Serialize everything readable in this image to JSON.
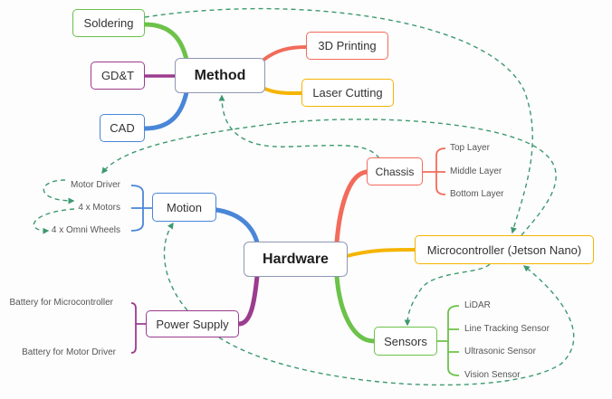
{
  "map": {
    "method": {
      "label": "Method",
      "branches": [
        {
          "label": "Soldering",
          "color": "#6cc24a"
        },
        {
          "label": "GD&T",
          "color": "#9b3c8e"
        },
        {
          "label": "CAD",
          "color": "#4a86d8"
        },
        {
          "label": "3D Printing",
          "color": "#f26b5b"
        },
        {
          "label": "Laser Cutting",
          "color": "#f5b400"
        }
      ]
    },
    "hardware": {
      "label": "Hardware",
      "branches": [
        {
          "label": "Motion",
          "color": "#4a86d8",
          "children": [
            "Motor Driver",
            "4 x Motors",
            "4 x Omni Wheels"
          ]
        },
        {
          "label": "Chassis",
          "color": "#f26b5b",
          "children": [
            "Top Layer",
            "Middle Layer",
            "Bottom Layer"
          ]
        },
        {
          "label": "Microcontroller (Jetson Nano)",
          "color": "#f5b400",
          "children": []
        },
        {
          "label": "Sensors",
          "color": "#6cc24a",
          "children": [
            "LiDAR",
            "Line Tracking Sensor",
            "Ultrasonic Sensor",
            "Vision Sensor"
          ]
        },
        {
          "label": "Power Supply",
          "color": "#9b3c8e",
          "children": [
            "Battery for Microcontroller",
            "Battery for Motor Driver"
          ]
        }
      ]
    },
    "relationships": [
      {
        "from": "Soldering",
        "to": "Microcontroller (Jetson Nano)"
      },
      {
        "from": "Microcontroller (Jetson Nano)",
        "to": "Motor Driver"
      },
      {
        "from": "Chassis",
        "to": "Method"
      },
      {
        "from": "Motor Driver",
        "to": "4 x Motors"
      },
      {
        "from": "4 x Motors",
        "to": "4 x Omni Wheels"
      },
      {
        "from": "Power Supply",
        "to": "Motion"
      },
      {
        "from": "Power Supply",
        "to": "Microcontroller (Jetson Nano)"
      },
      {
        "from": "Microcontroller (Jetson Nano)",
        "to": "Sensors"
      }
    ]
  },
  "colors": {
    "root_border": "#8e98b3",
    "relationship": "#3d9970",
    "child_text": "#555555"
  }
}
